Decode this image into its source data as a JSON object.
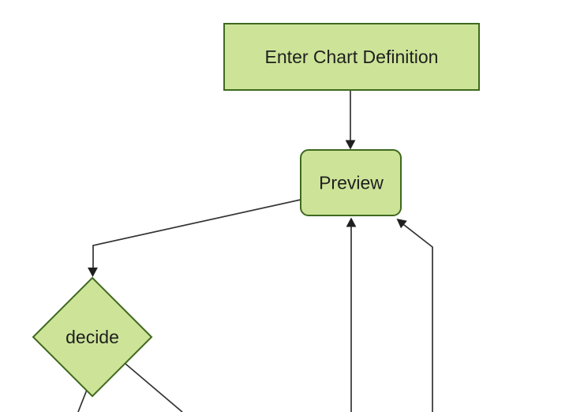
{
  "diagram": {
    "type": "flowchart",
    "direction": "top-down",
    "nodes": [
      {
        "id": "enter-chart-definition",
        "label": "Enter Chart Definition",
        "shape": "rectangle"
      },
      {
        "id": "preview",
        "label": "Preview",
        "shape": "rounded-rectangle"
      },
      {
        "id": "decide",
        "label": "decide",
        "shape": "diamond"
      }
    ],
    "edges": [
      {
        "from": "enter-chart-definition",
        "to": "preview",
        "arrow": true
      },
      {
        "from": "preview",
        "to": "decide",
        "arrow": true
      },
      {
        "from": "decide",
        "to": "offscreen-bottom-left",
        "arrow": false
      },
      {
        "from": "decide",
        "to": "offscreen-bottom-right",
        "arrow": false
      },
      {
        "from": "offscreen-bottom",
        "to": "preview",
        "arrow": true
      },
      {
        "from": "offscreen-bottom-right",
        "to": "preview",
        "arrow": true
      }
    ]
  },
  "theme": {
    "background": "#ffffff",
    "node_fill": "#cde498",
    "node_border": "#3f691f",
    "edge_color": "#333333",
    "arrow_color": "#1f1f1f",
    "text_color": "#1f1f1f"
  }
}
